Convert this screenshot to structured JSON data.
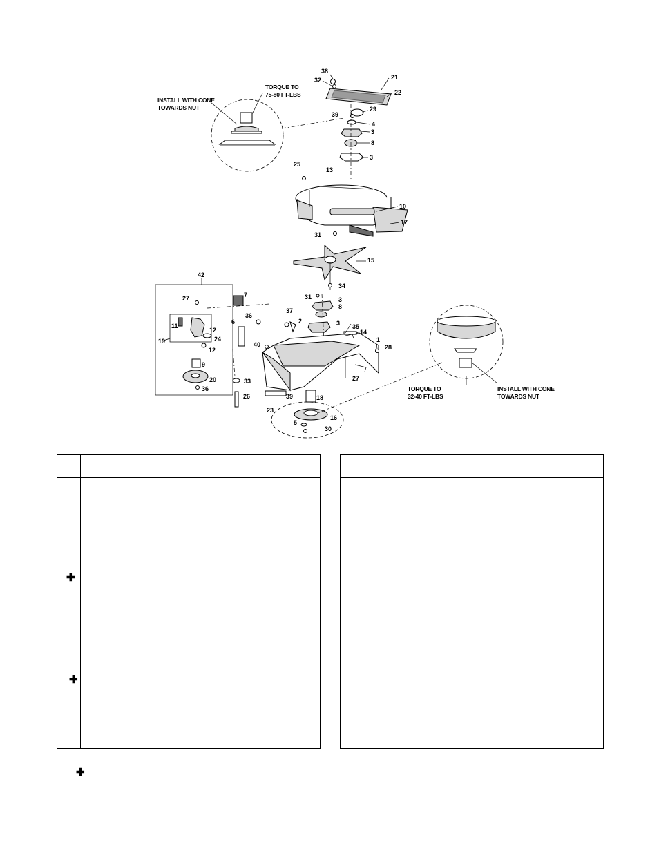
{
  "callouts": {
    "top_left_install": "INSTALL WITH CONE",
    "top_left_towards": "TOWARDS NUT",
    "top_torque": "TORQUE TO",
    "top_torque_value": "75-80 FT-LBS",
    "bottom_torque": "TORQUE TO",
    "bottom_torque_value": "32-40 FT-LBS",
    "bottom_install": "INSTALL WITH CONE",
    "bottom_towards": "TOWARDS NUT"
  },
  "part_numbers": [
    "38",
    "32",
    "21",
    "22",
    "29",
    "39",
    "4",
    "3",
    "8",
    "3",
    "25",
    "13",
    "10",
    "17",
    "31",
    "15",
    "42",
    "27",
    "7",
    "34",
    "31",
    "3",
    "8",
    "36",
    "37",
    "2",
    "3",
    "35",
    "14",
    "6",
    "11",
    "12",
    "24",
    "19",
    "12",
    "40",
    "1",
    "28",
    "27",
    "9",
    "20",
    "33",
    "36",
    "26",
    "18",
    "39",
    "23",
    "16",
    "5",
    "30"
  ],
  "tables": {
    "left_markers": [
      "✚",
      "✚"
    ],
    "footnote_marker": "✚"
  }
}
